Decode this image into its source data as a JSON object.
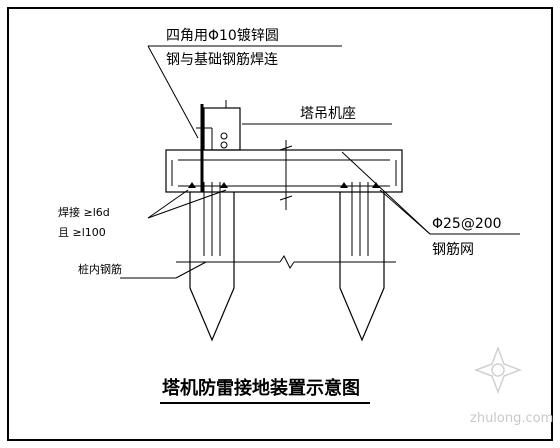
{
  "labels": {
    "note_line1": "四角用Φ10镀锌圆",
    "note_line2": "钢与基础钢筋焊连",
    "crane_base": "塔吊机座",
    "weld_line1": "焊接 ≥l6d",
    "weld_line2": "且 ≥l100",
    "pile_rebar": "桩内钢筋",
    "mesh_line1": "Φ25@200",
    "mesh_line2": "钢筋网",
    "title": "塔机防雷接地装置示意图"
  },
  "watermark": {
    "text": "zhulong.com"
  },
  "colors": {
    "line": "#000000",
    "background": "#ffffff",
    "watermark": "#c9c9c9"
  }
}
